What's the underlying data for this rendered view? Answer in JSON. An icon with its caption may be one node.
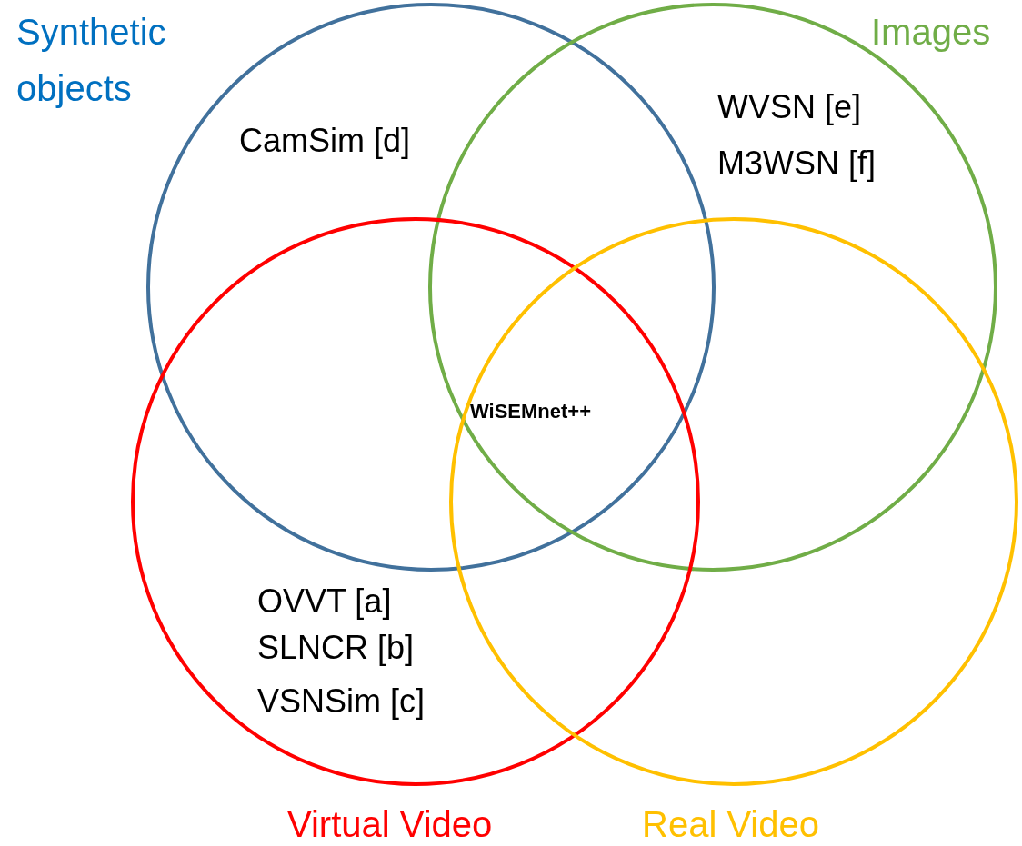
{
  "diagram": {
    "nodes": [
      {
        "text": [
          "Synthetic objects",
          "CamSim [d]"
        ]
      },
      {
        "text": [
          "Images",
          "WVSN [e]",
          "M3WSN [f]"
        ]
      },
      {
        "text": [
          "OVVT [a]",
          "SLNCR [b]",
          "VSNSim [c]",
          "Virtual Video"
        ]
      },
      {
        "text": [
          "Real Video"
        ]
      }
    ],
    "edges": [],
    "labels": [
      "WiSEMnet++"
    ]
  }
}
